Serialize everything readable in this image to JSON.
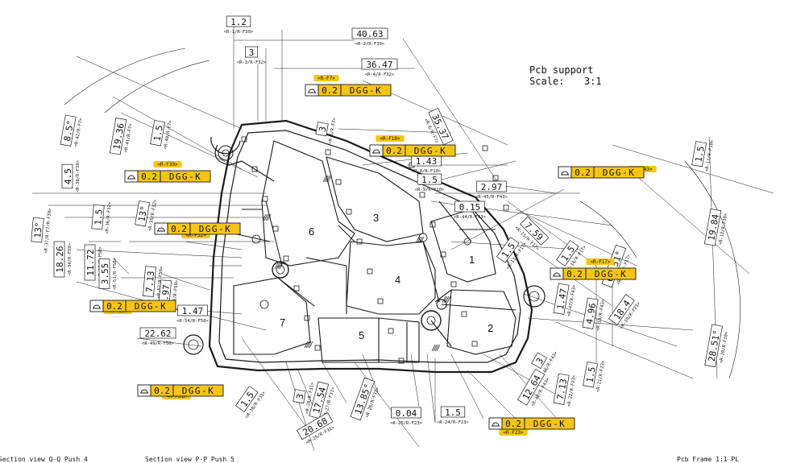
{
  "title": {
    "line1": "Pcb support",
    "scale_label": "Scale:",
    "scale_value": "3:1"
  },
  "footer": {
    "left": "Section view Q-Q  Push 4",
    "middle": "Section view P-P  Push 5",
    "right": "Pcb Frame 1:1 PL"
  },
  "colors": {
    "line": "#1a1a1a",
    "fcf_fill": "#ffffff",
    "tag_fill": "#f5c518"
  },
  "regions": [
    "1",
    "2",
    "3",
    "4",
    "5",
    "6",
    "7"
  ],
  "dimensions": [
    {
      "value": "1.2",
      "ref": "<R-1/R-F39>"
    },
    {
      "value": "40.63",
      "ref": "<R-2/R-F39>"
    },
    {
      "value": "3",
      "ref": "<R-3/R-F32>"
    },
    {
      "value": "36.47",
      "ref": "<R-4/R-F32>"
    },
    {
      "value": "8.5°",
      "ref": "<R-42/R-F7>"
    },
    {
      "value": "19.36",
      "ref": "<R-41/R-F7>"
    },
    {
      "value": "1.5",
      "ref": "<R-40/R-F7>"
    },
    {
      "value": "3",
      "ref": "<R-5/R-F7>"
    },
    {
      "value": "35.37",
      "ref": "<R-6/R-F7>"
    },
    {
      "value": "1.43",
      "ref": "<R-8/R-F10>"
    },
    {
      "value": "1.5",
      "ref": "<R-9/R-F10>"
    },
    {
      "value": "4.5",
      "ref": "<R-38/R-F39>"
    },
    {
      "value": "1.5",
      "ref": "<R-36/R-F32>"
    },
    {
      "value": "13°",
      "ref": "<R-35/R-F32>"
    },
    {
      "value": "13°",
      "ref": "<R-37/R-F7/R-F39>"
    },
    {
      "value": "18.26",
      "ref": "<R-34/R-F39>"
    },
    {
      "value": "11.72",
      "ref": "<R-33/R-F50>"
    },
    {
      "value": "3.55",
      "ref": "<R-51/R-F50>"
    },
    {
      "value": "7.13",
      "ref": "<R-52/R-F50>"
    },
    {
      "value": "2.97",
      "ref": "<R-53/R-F50>"
    },
    {
      "value": "1.47",
      "ref": "<R-54/R-F50>"
    },
    {
      "value": "22.62",
      "ref": "<R-49/R-F50>"
    },
    {
      "value": "2.97",
      "ref": "<R-45/R-F43>"
    },
    {
      "value": "0.15",
      "ref": "<R-44/R-F43>"
    },
    {
      "value": "7.59",
      "ref": "<R-15/R-F17>"
    },
    {
      "value": "1.5",
      "ref": "<R-13/R-F17>"
    },
    {
      "value": "1.5",
      "ref": "<R-14/R-F17>"
    },
    {
      "value": "1.5",
      "ref": "<R-11/R-F10>"
    },
    {
      "value": "19.84",
      "ref": "<R-12/R-F10>"
    },
    {
      "value": "67.51°",
      "ref": "<R-16/R-F17>"
    },
    {
      "value": "1.47",
      "ref": "<R-47/R-F43>"
    },
    {
      "value": "4.96",
      "ref": "<R-18/R-F43>"
    },
    {
      "value": "18.4",
      "ref": "<R-19/R-F23>"
    },
    {
      "value": "28.51°",
      "ref": "<R-20/R-F10>"
    },
    {
      "value": "1.5",
      "ref": "<R-21/R-F23>"
    },
    {
      "value": "3",
      "ref": "<R-46/R-F43>"
    },
    {
      "value": "12.64",
      "ref": "<R-48/R-F43>"
    },
    {
      "value": "7.13",
      "ref": "<R-22/R-F23>"
    },
    {
      "value": "1.5",
      "ref": "<R-30/R-F31>"
    },
    {
      "value": "3",
      "ref": "<R-28/R-F31>"
    },
    {
      "value": "17.54",
      "ref": "<R-27/R-F31>"
    },
    {
      "value": "13.85°",
      "ref": "<R-26/R-F31>"
    },
    {
      "value": "20.68",
      "ref": "<R-29/R-F31>"
    },
    {
      "value": "0.04",
      "ref": "<R-25/R-F23>"
    },
    {
      "value": "1.5",
      "ref": "<R-24/R-F23>"
    }
  ],
  "tolerance_frames": [
    {
      "tag": "<R-F7>",
      "tol": "0.2",
      "datums": "DGG-K"
    },
    {
      "tag": "<R-F10>",
      "tol": "0.2",
      "datums": "DGG-K"
    },
    {
      "tag": "<R-F39>",
      "tol": "0.2",
      "datums": "DGG-K"
    },
    {
      "tag": "<R-F32>",
      "tol": "0.2",
      "datums": "DGG-K"
    },
    {
      "tag": "<R-F43>",
      "tol": "0.2",
      "datums": "DGG-K"
    },
    {
      "tag": "<R-F17>",
      "tol": "0.2",
      "datums": "DGG-K"
    },
    {
      "tag": "<R-F50>",
      "tol": "0.2",
      "datums": "DGG-K"
    },
    {
      "tag": "<R-F31>",
      "tol": "0.2",
      "datums": "DGG-K"
    },
    {
      "tag": "<R-F23>",
      "tol": "0.2",
      "datums": "DGG-K"
    }
  ]
}
